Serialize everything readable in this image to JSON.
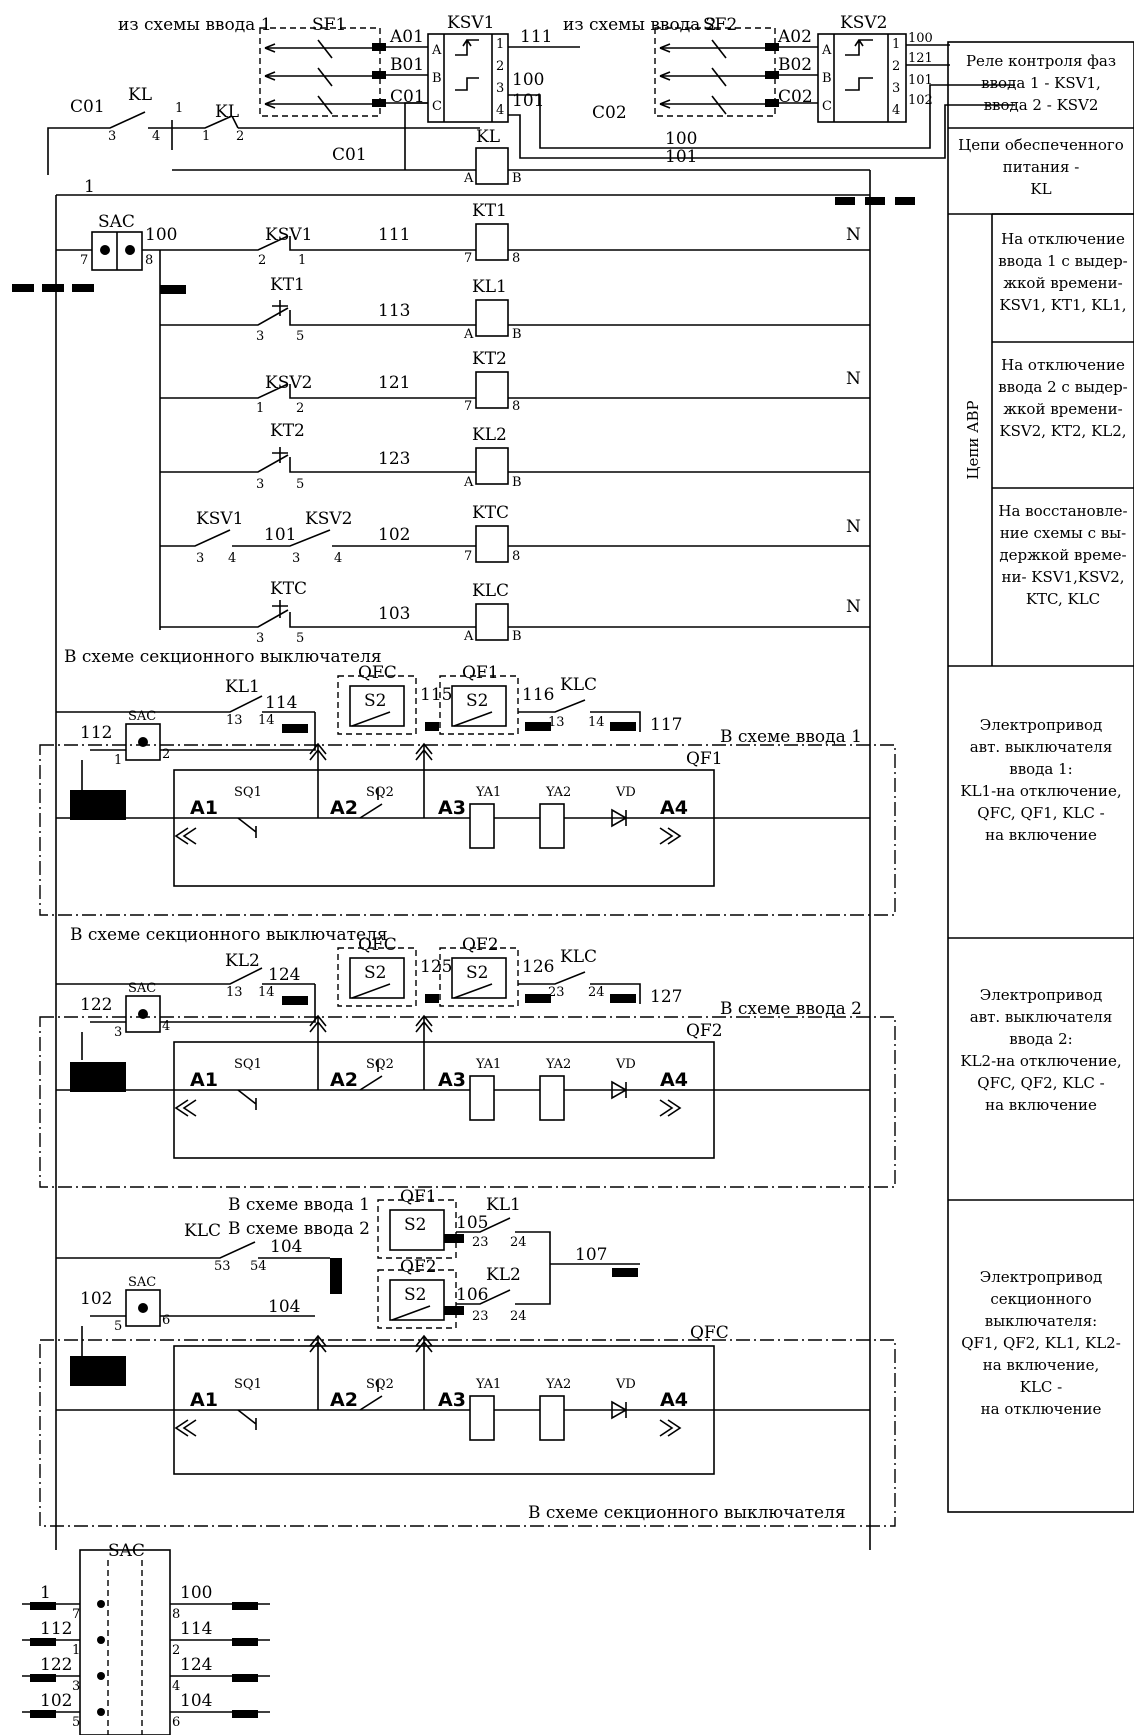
{
  "top": {
    "from_input1": "из схемы ввода 1",
    "from_input2": "из схемы ввода 2",
    "sf1": "SF1",
    "sf2": "SF2",
    "ksv1": "KSV1",
    "ksv2": "KSV2",
    "a01": "A01",
    "b01": "B01",
    "c01": "C01",
    "a02": "A02",
    "b02": "B02",
    "c02": "C02",
    "pin_a": "A",
    "pin_b": "B",
    "pin_c": "C",
    "n1": "1",
    "n2": "2",
    "n3": "3",
    "n4": "4",
    "w111": "111",
    "w100": "100",
    "w101": "101",
    "r100": "100",
    "r121": "121",
    "r101": "101",
    "r102": "102",
    "c02_wire": "C02",
    "c01_wire": "C01",
    "c01_left": "C01",
    "w100b": "100",
    "w101b": "101",
    "kl": "KL",
    "kl2": "KL",
    "kl_coil": "KL",
    "k3": "3",
    "k4": "4",
    "k1a": "1",
    "k1b": "1",
    "k2": "2"
  },
  "rungs": {
    "w1": "1",
    "sac": "SAC",
    "sac_in": "7",
    "sac_out": "8",
    "w100": "100",
    "ksv1": "KSV1",
    "ksv1_a": "2",
    "ksv1_b": "1",
    "w111": "111",
    "kt1": "KT1",
    "kt1_coil": "KT1",
    "kt1_a": "3",
    "kt1_b": "5",
    "w113": "113",
    "kl1_coil": "KL1",
    "ksv2": "KSV2",
    "ksv2_a": "1",
    "ksv2_b": "2",
    "w121": "121",
    "kt2": "KT2",
    "kt2_coil": "KT2",
    "kt2_a": "3",
    "kt2_b": "5",
    "w123": "123",
    "kl2_coil": "KL2",
    "ksv1b": "KSV1",
    "ksv2b": "KSV2",
    "w101": "101",
    "w102": "102",
    "c3": "3",
    "c4": "4",
    "c3b": "3",
    "c4b": "4",
    "ktc": "KTC",
    "ktc_coil": "KTC",
    "ktc_a": "3",
    "ktc_b": "5",
    "w103": "103",
    "klc_coil": "KLC",
    "pA": "A",
    "pB": "B",
    "p7": "7",
    "p8": "8",
    "N": "N"
  },
  "drive1": {
    "sect_label": "В схеме секционного выключателя",
    "kl": "KL1",
    "c13": "13",
    "c14": "14",
    "w114": "114",
    "qfc": "QFC",
    "qf": "QF1",
    "s2": "S2",
    "w115": "115",
    "w116": "116",
    "w117": "117",
    "klc": "KLC",
    "k13": "13",
    "k14": "14",
    "w112": "112",
    "sac": "SAC",
    "sac2": "2",
    "sac1": "1",
    "input_label": "В схеме ввода 1",
    "breaker": "QF1"
  },
  "drive2": {
    "sect_label": "В схеме секционного выключателя",
    "kl": "KL2",
    "c13": "13",
    "c14": "14",
    "w124": "124",
    "qfc": "QFC",
    "qf": "QF2",
    "s2": "S2",
    "w125": "125",
    "w126": "126",
    "w127": "127",
    "klc": "KLC",
    "k23": "23",
    "k24": "24",
    "w122": "122",
    "sac": "SAC",
    "sac3": "3",
    "sac4": "4",
    "input_label": "В схеме ввода 2",
    "breaker": "QF2"
  },
  "drive3": {
    "in1_label": "В схеме ввода 1",
    "in2_label": "В схеме ввода 2",
    "klc": "KLC",
    "c53": "53",
    "c54": "54",
    "w104": "104",
    "w104b": "104",
    "qf1": "QF1",
    "qf2": "QF2",
    "s2": "S2",
    "w105": "105",
    "w106": "106",
    "w107": "107",
    "kl1": "KL1",
    "kl2": "KL2",
    "k23": "23",
    "k24": "24",
    "k23b": "23",
    "k24b": "24",
    "w102": "102",
    "sac": "SAC",
    "sac5": "5",
    "sac6": "6",
    "breaker": "QFC",
    "bottom_label": "В схеме секционного выключателя"
  },
  "drive_common": {
    "a1": "A1",
    "a2": "A2",
    "a3": "A3",
    "a4": "A4",
    "sq1": "SQ1",
    "sq2": "SQ2",
    "ya1": "YA1",
    "ya2": "YA2",
    "vd": "VD"
  },
  "sac_table": {
    "title": "SAC",
    "left_wires": [
      "1",
      "112",
      "122",
      "102"
    ],
    "left_pins": [
      "7",
      "1",
      "3",
      "5"
    ],
    "right_wires": [
      "100",
      "114",
      "124",
      "104"
    ],
    "right_pins": [
      "8",
      "2",
      "4",
      "6"
    ]
  },
  "side_panel": {
    "group_label": "Цепи АВР",
    "cells": [
      [
        "Реле контроля фаз",
        "ввода 1 - KSV1,",
        "ввода 2 - KSV2"
      ],
      [
        "Цепи обеспеченного",
        "питания -",
        "KL"
      ],
      [
        "На отключение",
        "ввода 1 с выдер-",
        "жкой времени-",
        "KSV1, KT1, KL1,"
      ],
      [
        "На отключение",
        "ввода 2 с выдер-",
        "жкой времени-",
        "KSV2, KT2, KL2,"
      ],
      [
        "На восстановле-",
        "ние схемы с вы-",
        "держкой време-",
        "ни- KSV1,KSV2,",
        "KTC, KLC"
      ],
      [
        "Электропривод",
        "авт. выключателя",
        "ввода 1:",
        "KL1-на отключение,",
        "QFC, QF1, KLC -",
        "на включение"
      ],
      [
        "Электропривод",
        "авт. выключателя",
        "ввода 2:",
        "KL2-на отключение,",
        "QFC, QF2, KLC -",
        "на включение"
      ],
      [
        "Электропривод",
        "секционного",
        "выключателя:",
        "QF1, QF2, KL1, KL2-",
        "на включение,",
        "KLC -",
        "на отключение"
      ]
    ]
  }
}
